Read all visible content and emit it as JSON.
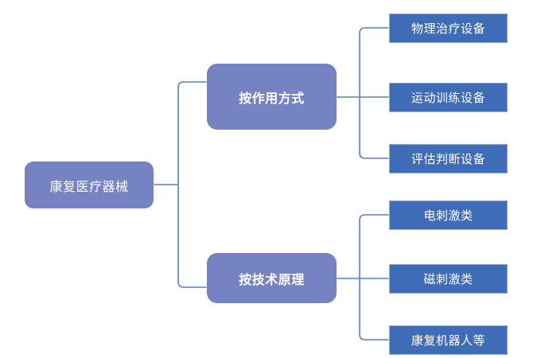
{
  "diagram": {
    "type": "tree-mindmap",
    "title_node": "康复医疗器械",
    "orientation": "left-to-right",
    "colors": {
      "root_fill": "#7683c3",
      "branch_fill": "#7683c3",
      "leaf_fill": "#3f6cb6",
      "leaf_border": "#8ea9d8",
      "connector": "#5b7fc0",
      "label_text": "#ffffff",
      "background": "#ffffff"
    },
    "root": {
      "label": "康复医疗器械"
    },
    "branches": [
      {
        "label": "按作用方式",
        "children": [
          {
            "label": "物理治疗设备"
          },
          {
            "label": "运动训练设备"
          },
          {
            "label": "评估判断设备"
          }
        ]
      },
      {
        "label": "按技术原理",
        "children": [
          {
            "label": "电刺激类"
          },
          {
            "label": "磁刺激类"
          },
          {
            "label": "康复机器人等"
          }
        ]
      }
    ]
  }
}
